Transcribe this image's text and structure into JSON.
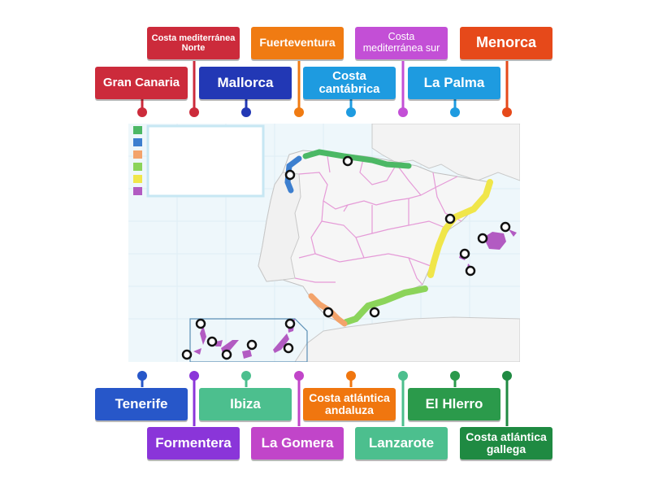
{
  "labels": {
    "gran_canaria": "Gran Canaria",
    "costa_med_norte": "Costa mediterránea Norte",
    "mallorca": "Mallorca",
    "fuerteventura": "Fuerteventura",
    "costa_cantabrica": "Costa cantábrica",
    "costa_med_sur": "Costa mediterránea sur",
    "la_palma": "La Palma",
    "menorca": "Menorca",
    "tenerife": "Tenerife",
    "formentera": "Formentera",
    "ibiza": "Ibiza",
    "la_gomera": "La Gomera",
    "costa_atl_andaluza": "Costa atlántica andaluza",
    "lanzarote": "Lanzarote",
    "el_hierro": "El Hlerro",
    "costa_atl_gallega": "Costa atlántica gallega"
  },
  "colors": {
    "red": "#cc2b3b",
    "navy": "#2238b5",
    "orange": "#f07b12",
    "sky": "#1e9be0",
    "purple": "#c34fd6",
    "deep_orange": "#e6491a",
    "blue": "#2757c9",
    "violet": "#8a35d9",
    "teal_green": "#4cbf8e",
    "magenta": "#c145c9",
    "orange2": "#f0760f",
    "green": "#2b9a4b",
    "dark_green": "#1f8a42",
    "legend_green": "#4cb865",
    "legend_blue": "#3d7fcf",
    "legend_orange": "#f3a36b",
    "legend_lightgreen": "#8bd45a",
    "legend_yellow": "#f0e64a",
    "legend_purple": "#b25bc2"
  }
}
